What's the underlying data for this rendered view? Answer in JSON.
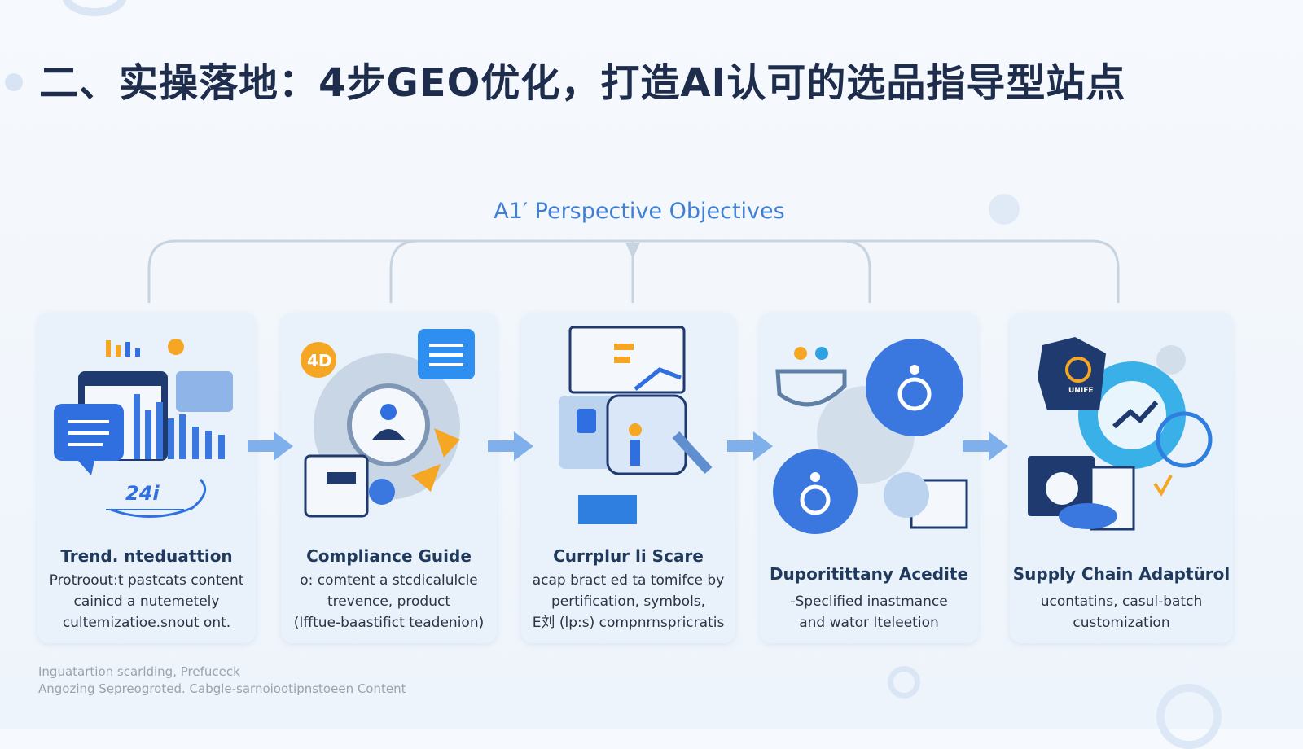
{
  "title": "二、实操落地：4步GEO优化，打造AI认可的选品指导型站点",
  "subtitle": "A1′ Perspective Objectives",
  "cards": [
    {
      "title": "Trend. nteduattion",
      "lines": [
        "Protroout:t pastcats content",
        "cainicd a nutemetely",
        "cultemizatioe.snout ont."
      ],
      "icon_label": "24i"
    },
    {
      "title": "Compliance Guide",
      "lines": [
        "o: comtent a stcdicalulcle",
        "trevence, product",
        "(Ifftue-baastifict teadenion)"
      ],
      "icon_label": "4D"
    },
    {
      "title": "Currplur li Scare",
      "lines": [
        "acap bract ed ta tomifce by",
        "pertification, symbols,",
        "E刘 (lp:s) compnrnspricratis"
      ]
    },
    {
      "title": "Duporitittany Acedite",
      "lines": [
        "-Speclified inastmance",
        "and wator Iteleetion"
      ]
    },
    {
      "title": "Supply Chain Adaptürol",
      "lines": [
        "ucontatins, casul-batch",
        "customization"
      ],
      "icon_label": "UNIFE"
    }
  ],
  "footer": [
    "Inguatartion scarlding, Prefuceck",
    "Angozing Sepreogroted. Cabgle-sarnoiootipnstoeen Content"
  ],
  "colors": {
    "accent": "#3f7fd3",
    "title": "#1f2d4d",
    "card": "#e9f1fb",
    "arrow": "#7fb0ec"
  }
}
